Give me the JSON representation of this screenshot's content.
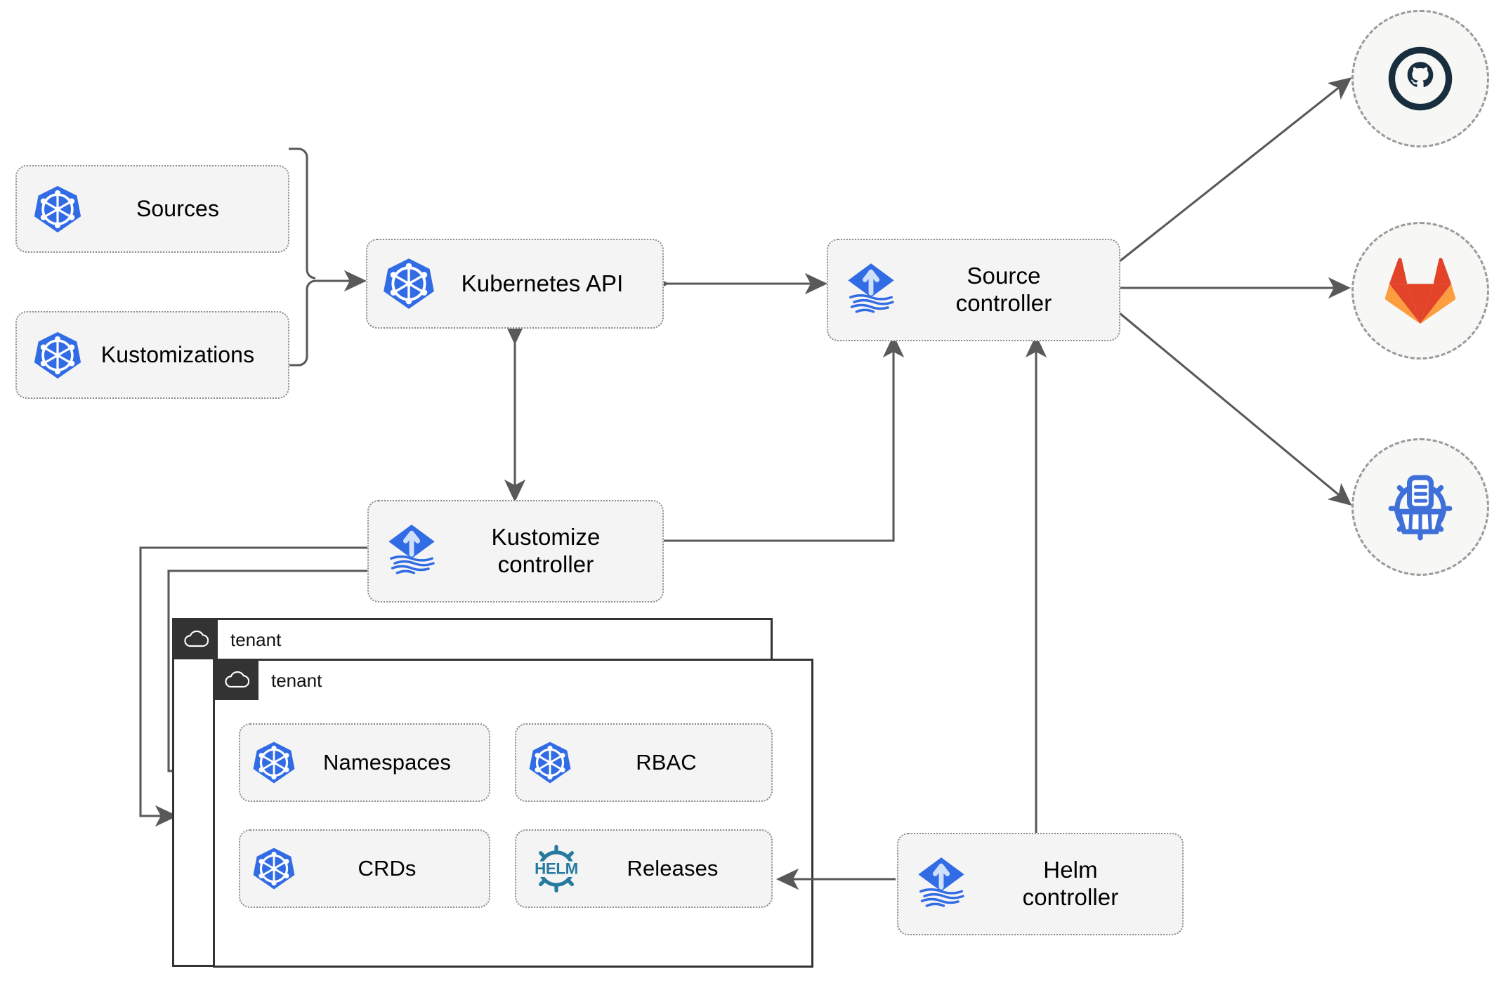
{
  "diagram": {
    "title": "Flux GitOps multi-tenancy architecture",
    "colors": {
      "node_fill": "#f4f4f4",
      "node_border": "#8c8c8c",
      "wire": "#595959",
      "tenant_border": "#333333",
      "tenant_badge": "#333333",
      "kubernetes_blue": "#326ce5",
      "flux_blue": "#326ce5",
      "helm_blue": "#277a9f",
      "github_dark": "#182e3e",
      "gitlab_orange": "#e24329",
      "gitlab_amber": "#fc9d3f",
      "bucket_blue": "#3f6fd8"
    },
    "resources": [
      {
        "id": "sources",
        "label": "Sources",
        "icon": "kubernetes-icon"
      },
      {
        "id": "kustomizations",
        "label": "Kustomizations",
        "icon": "kubernetes-icon"
      }
    ],
    "core": [
      {
        "id": "kubernetes-api",
        "label": "Kubernetes API",
        "icon": "kubernetes-icon"
      },
      {
        "id": "source-controller",
        "label": "Source\ncontroller",
        "icon": "flux-icon"
      },
      {
        "id": "kustomize-controller",
        "label": "Kustomize\ncontroller",
        "icon": "flux-icon"
      },
      {
        "id": "helm-controller",
        "label": "Helm\ncontroller",
        "icon": "flux-icon"
      }
    ],
    "providers": [
      {
        "id": "github",
        "label": "github-icon"
      },
      {
        "id": "gitlab",
        "label": "gitlab-icon"
      },
      {
        "id": "bucket",
        "label": "bucket-icon"
      }
    ],
    "tenants": [
      {
        "id": "tenant-back",
        "label": "tenant",
        "icon": "cloud-icon"
      },
      {
        "id": "tenant-front",
        "label": "tenant",
        "icon": "cloud-icon"
      }
    ],
    "tenant_resources": [
      {
        "id": "namespaces",
        "label": "Namespaces",
        "icon": "kubernetes-icon"
      },
      {
        "id": "rbac",
        "label": "RBAC",
        "icon": "kubernetes-icon"
      },
      {
        "id": "crds",
        "label": "CRDs",
        "icon": "kubernetes-icon"
      },
      {
        "id": "releases",
        "label": "Releases",
        "icon": "helm-icon"
      }
    ],
    "edges": [
      {
        "from": "sources",
        "to": "kubernetes-api",
        "type": "bracket-merge"
      },
      {
        "from": "kustomizations",
        "to": "kubernetes-api",
        "type": "bracket-merge"
      },
      {
        "from": "kubernetes-api",
        "to": "source-controller",
        "type": "bidirectional"
      },
      {
        "from": "kubernetes-api",
        "to": "kustomize-controller",
        "type": "bidirectional"
      },
      {
        "from": "kustomize-controller",
        "to": "source-controller",
        "type": "arrow"
      },
      {
        "from": "helm-controller",
        "to": "source-controller",
        "type": "arrow"
      },
      {
        "from": "source-controller",
        "to": "github",
        "type": "arrow"
      },
      {
        "from": "source-controller",
        "to": "gitlab",
        "type": "arrow"
      },
      {
        "from": "source-controller",
        "to": "bucket",
        "type": "arrow"
      },
      {
        "from": "kustomize-controller",
        "to": "tenant-back",
        "type": "arrow"
      },
      {
        "from": "kustomize-controller",
        "to": "tenant-front",
        "type": "arrow"
      },
      {
        "from": "helm-controller",
        "to": "releases",
        "type": "arrow"
      }
    ]
  }
}
